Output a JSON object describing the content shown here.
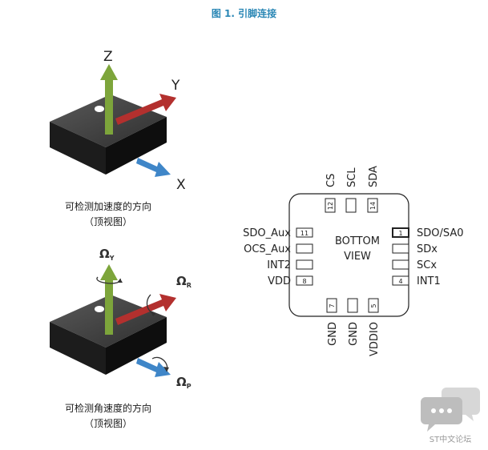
{
  "figure": {
    "title": "图 1. 引脚连接"
  },
  "accel_view": {
    "axis_z": "Z",
    "axis_y": "Y",
    "axis_x": "X",
    "caption_line1": "可检测加速度的方向",
    "caption_line2": "（顶视图）"
  },
  "gyro_view": {
    "axis_omega_y": "Ω",
    "axis_omega_y_sub": "Y",
    "axis_omega_r": "Ω",
    "axis_omega_r_sub": "R",
    "axis_omega_p": "Ω",
    "axis_omega_p_sub": "P",
    "caption_line1": "可检测角速度的方向",
    "caption_line2": "（顶视图）"
  },
  "package": {
    "center_line1": "BOTTOM",
    "center_line2": "VIEW",
    "top_pins": [
      {
        "label": "CS",
        "number": "12"
      },
      {
        "label": "SCL",
        "number": ""
      },
      {
        "label": "SDA",
        "number": "14"
      }
    ],
    "left_pins": [
      {
        "label": "SDO_Aux",
        "number": "11"
      },
      {
        "label": "OCS_Aux",
        "number": ""
      },
      {
        "label": "INT2",
        "number": ""
      },
      {
        "label": "VDD",
        "number": "8"
      }
    ],
    "right_pins": [
      {
        "label": "SDO/SA0",
        "number": "1"
      },
      {
        "label": "SDx",
        "number": ""
      },
      {
        "label": "SCx",
        "number": ""
      },
      {
        "label": "INT1",
        "number": "4"
      }
    ],
    "bottom_pins": [
      {
        "label": "GND",
        "number": "7"
      },
      {
        "label": "GND",
        "number": ""
      },
      {
        "label": "VDDIO",
        "number": "5"
      }
    ]
  },
  "watermark": {
    "text": "ST中文论坛"
  },
  "colors": {
    "title": "#2a87b5",
    "z_arrow": "#7da53b",
    "y_arrow": "#b3302e",
    "x_arrow": "#3f86c8"
  }
}
